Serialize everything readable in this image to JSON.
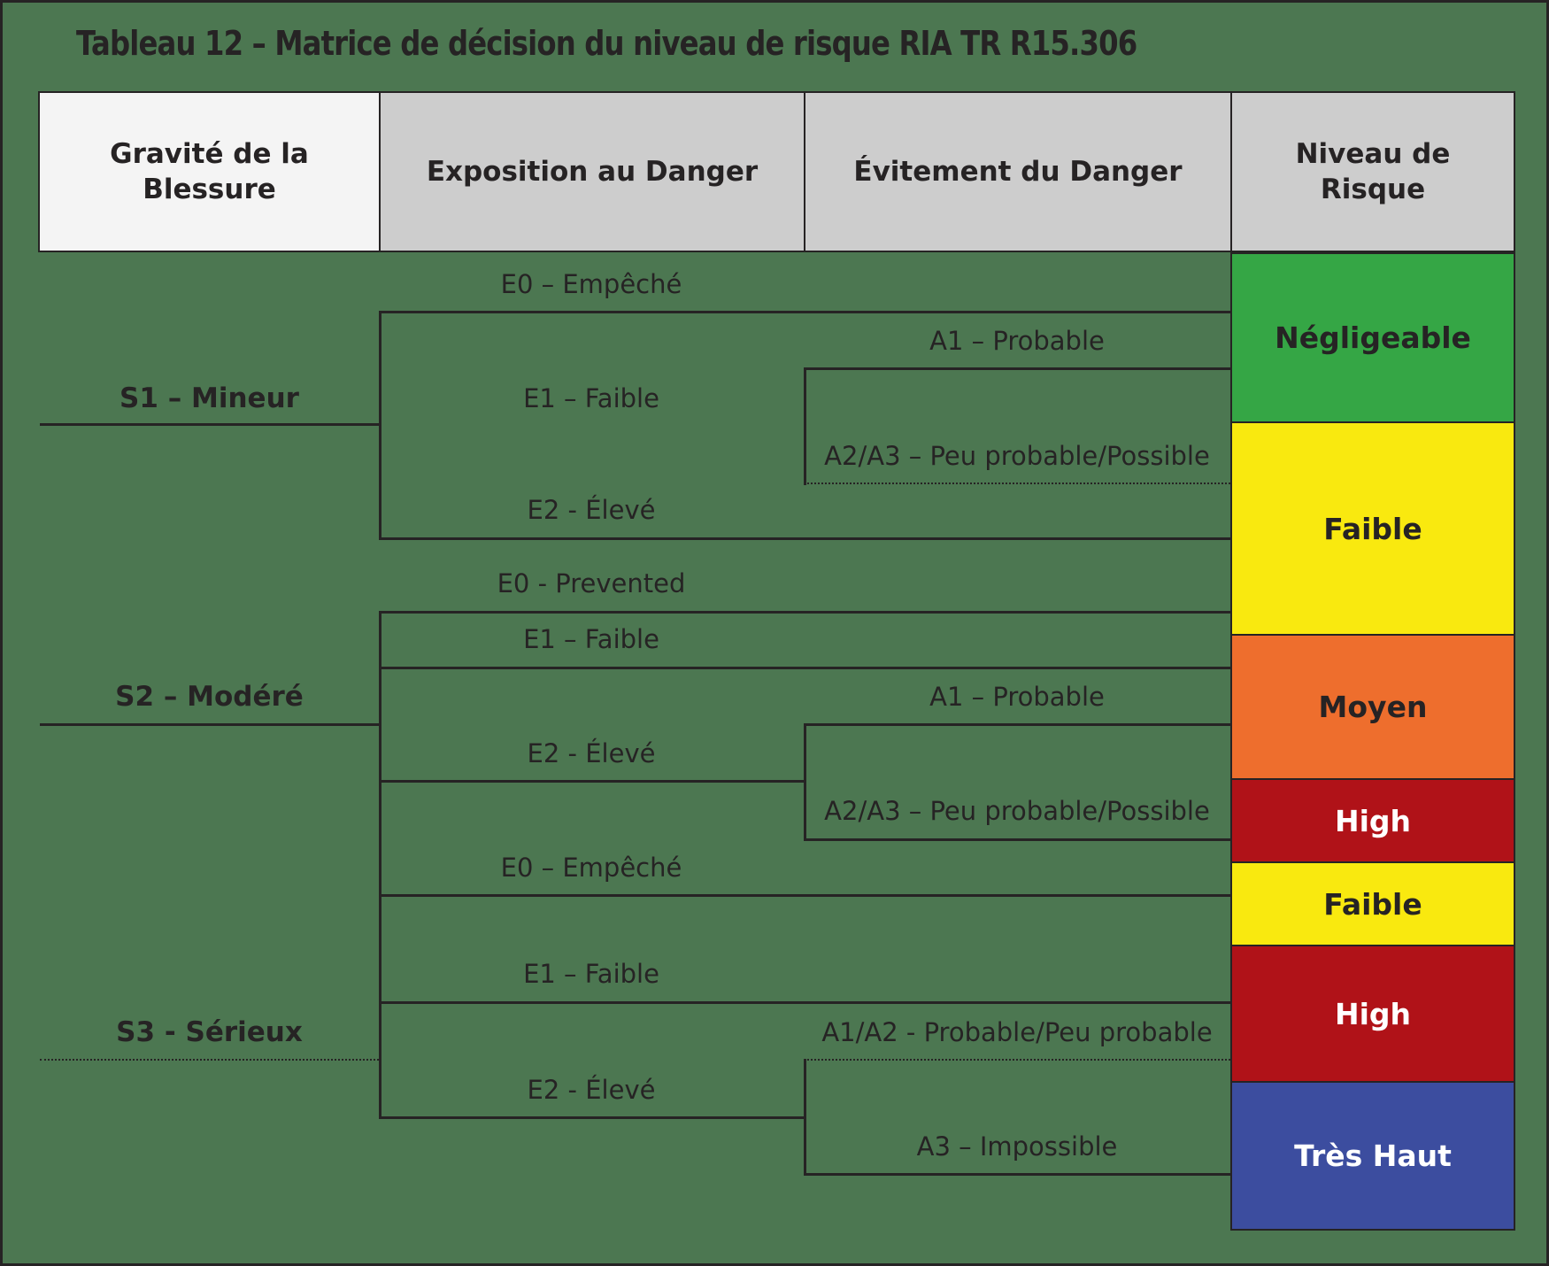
{
  "title": "Tableau 12 – Matrice de décision du niveau de risque RIA TR R15.306",
  "colors": {
    "bg": "#4c7751",
    "line": "#262324",
    "ink": "#262324",
    "hdrlight": "#f4f4f4",
    "hdrgray": "#cdcdcd"
  },
  "header": {
    "severity": "Gravité de la Blessure",
    "exposure": "Exposition au Danger",
    "avoidance": "Évitement du Danger",
    "risk": "Niveau de Risque"
  },
  "severities": {
    "s1": "S1 – Mineur",
    "s2": "S2 – Modéré",
    "s3": "S3 - Sérieux"
  },
  "branches": {
    "s1_e0": "E0 – Empêché",
    "s1_a1": "A1 – Probable",
    "s1_e1": "E1 – Faible",
    "s1_a2a3": "A2/A3 – Peu probable/Possible",
    "s1_e2": "E2 - Élevé",
    "s2_e0": "E0 - Prevented",
    "s2_e1": "E1 – Faible",
    "s2_a1": "A1 – Probable",
    "s2_e2": "E2 - Élevé",
    "s2_a2a3": "A2/A3 – Peu probable/Possible",
    "s3_e0": "E0 – Empêché",
    "s3_e1": "E1 – Faible",
    "s3_a1a2": "A1/A2 - Probable/Peu probable",
    "s3_e2": "E2 - Élevé",
    "s3_a3": "A3 – Impossible"
  },
  "risk_levels": [
    {
      "label": "Négligeable",
      "bg": "#35a645",
      "fg": "#262324"
    },
    {
      "label": "Faible",
      "bg": "#f9e90f",
      "fg": "#262324"
    },
    {
      "label": "Moyen",
      "bg": "#ee6e2d",
      "fg": "#262324"
    },
    {
      "label": "High",
      "bg": "#b01218",
      "fg": "#ffffff"
    },
    {
      "label": "Faible",
      "bg": "#f9e90f",
      "fg": "#262324"
    },
    {
      "label": "High",
      "bg": "#b01218",
      "fg": "#ffffff"
    },
    {
      "label": "Très Haut",
      "bg": "#3c4d9f",
      "fg": "#ffffff"
    }
  ]
}
